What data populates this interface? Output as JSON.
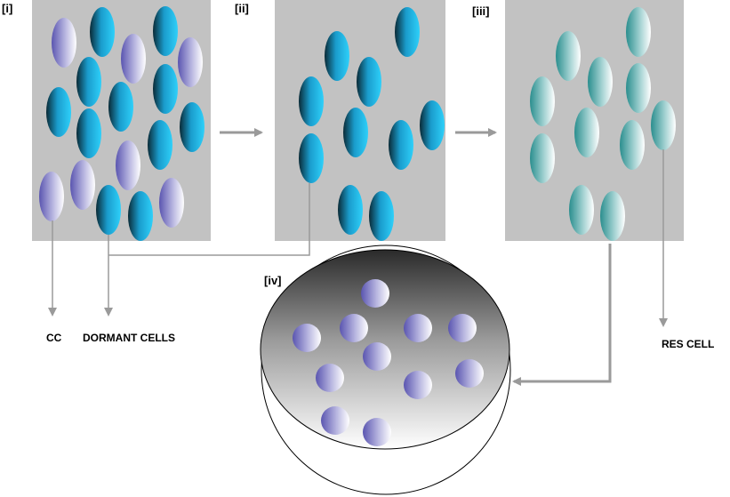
{
  "panels": {
    "i": "[i]",
    "ii": "[ii]",
    "iii": "[iii]",
    "iv": "[iv]"
  },
  "labels": {
    "cc": "CC",
    "dormant": "DORMANT CELLS",
    "res": "RES CELL"
  },
  "colors": {
    "panel_bg": "#c2c2c2",
    "dormant_cell": "#1ec4f0",
    "cc_cell": "#6f6bc0",
    "res_cell": "#2f9a9a",
    "arrow": "#9a9a9a"
  }
}
